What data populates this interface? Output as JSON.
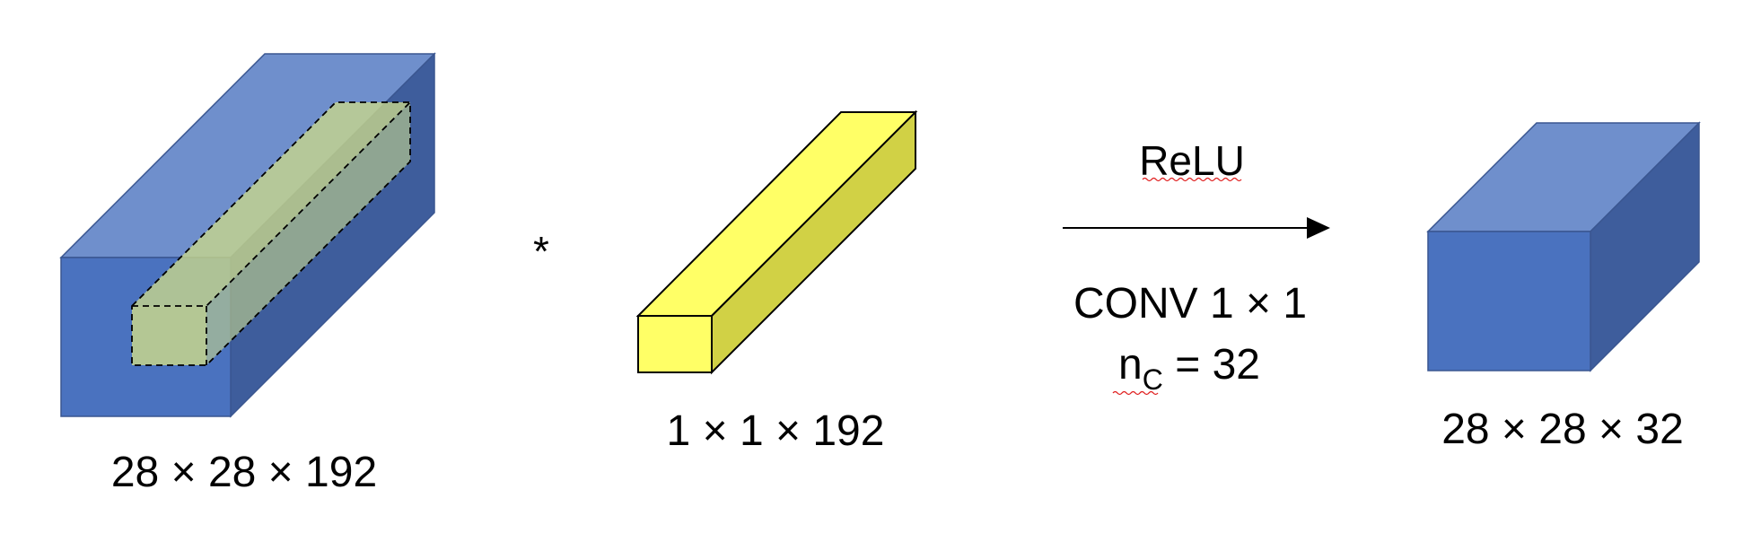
{
  "colors": {
    "blue_front": "#4A72BF",
    "blue_top": "#6F8FCC",
    "blue_side": "#3E5D9C",
    "yellow_front": "#FFFF66",
    "yellow_top": "#FFFF66",
    "yellow_side": "#D1D145",
    "highlight_overlay": "#C7D68C",
    "outline": "#000000",
    "spell_underline": "#E02020"
  },
  "input_volume": {
    "label": "28 × 28 × 192"
  },
  "operator": {
    "symbol": "*"
  },
  "filter_volume": {
    "label": "1 × 1 × 192"
  },
  "operation": {
    "activation": "ReLU",
    "conv": "CONV 1 × 1",
    "channels_symbol": "n",
    "channels_subscript": "C",
    "channels_value": " = 32"
  },
  "output_volume": {
    "label": "28 × 28 × 32"
  }
}
